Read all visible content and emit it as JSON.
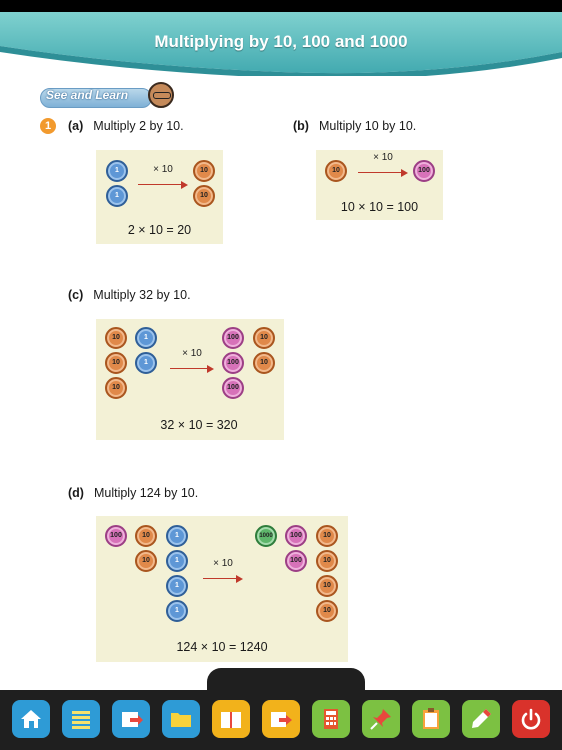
{
  "title": "Multiplying by 10, 100 and 1000",
  "badge": "See and Learn",
  "question_number": "1",
  "parts": {
    "a": {
      "letter": "(a)",
      "prompt": "Multiply 2 by 10.",
      "left_coins": [
        "1",
        "1"
      ],
      "arrow": "× 10",
      "right_coins": [
        "10",
        "10"
      ],
      "equation": "2 × 10 = 20"
    },
    "b": {
      "letter": "(b)",
      "prompt": "Multiply 10 by 10.",
      "left_coins": [
        "10"
      ],
      "arrow": "× 10",
      "right_coins": [
        "100"
      ],
      "equation": "10 × 10 = 100"
    },
    "c": {
      "letter": "(c)",
      "prompt": "Multiply 32 by 10.",
      "left_tens": [
        "10",
        "10",
        "10"
      ],
      "left_ones": [
        "1",
        "1"
      ],
      "arrow": "× 10",
      "right_hundreds": [
        "100",
        "100",
        "100"
      ],
      "right_tens": [
        "10",
        "10"
      ],
      "equation": "32 × 10 = 320"
    },
    "d": {
      "letter": "(d)",
      "prompt": "Multiply 124 by 10.",
      "left_hundreds": [
        "100"
      ],
      "left_tens": [
        "10",
        "10"
      ],
      "left_ones": [
        "1",
        "1",
        "1",
        "1"
      ],
      "arrow": "× 10",
      "right_thousands": [
        "1000"
      ],
      "right_hundreds": [
        "100",
        "100"
      ],
      "right_tens": [
        "10",
        "10",
        "10",
        "10"
      ],
      "equation": "124 × 10 = 1240"
    }
  },
  "dock": [
    {
      "name": "home",
      "icon": "home-icon",
      "color": "#2e9bd6"
    },
    {
      "name": "list",
      "icon": "list-icon",
      "color": "#2e9bd6"
    },
    {
      "name": "export",
      "icon": "export-icon",
      "color": "#2e9bd6"
    },
    {
      "name": "folder",
      "icon": "folder-icon",
      "color": "#2e9bd6"
    },
    {
      "name": "book",
      "icon": "book-icon",
      "color": "#f2b21b"
    },
    {
      "name": "book-export",
      "icon": "book-export-icon",
      "color": "#f2b21b"
    },
    {
      "name": "calculator",
      "icon": "calculator-icon",
      "color": "#7cc142"
    },
    {
      "name": "pin",
      "icon": "pin-icon",
      "color": "#7cc142"
    },
    {
      "name": "clipboard",
      "icon": "clipboard-icon",
      "color": "#7cc142"
    },
    {
      "name": "pencil",
      "icon": "pencil-icon",
      "color": "#7cc142"
    },
    {
      "name": "power",
      "icon": "power-icon",
      "color": "#d9322b"
    }
  ]
}
